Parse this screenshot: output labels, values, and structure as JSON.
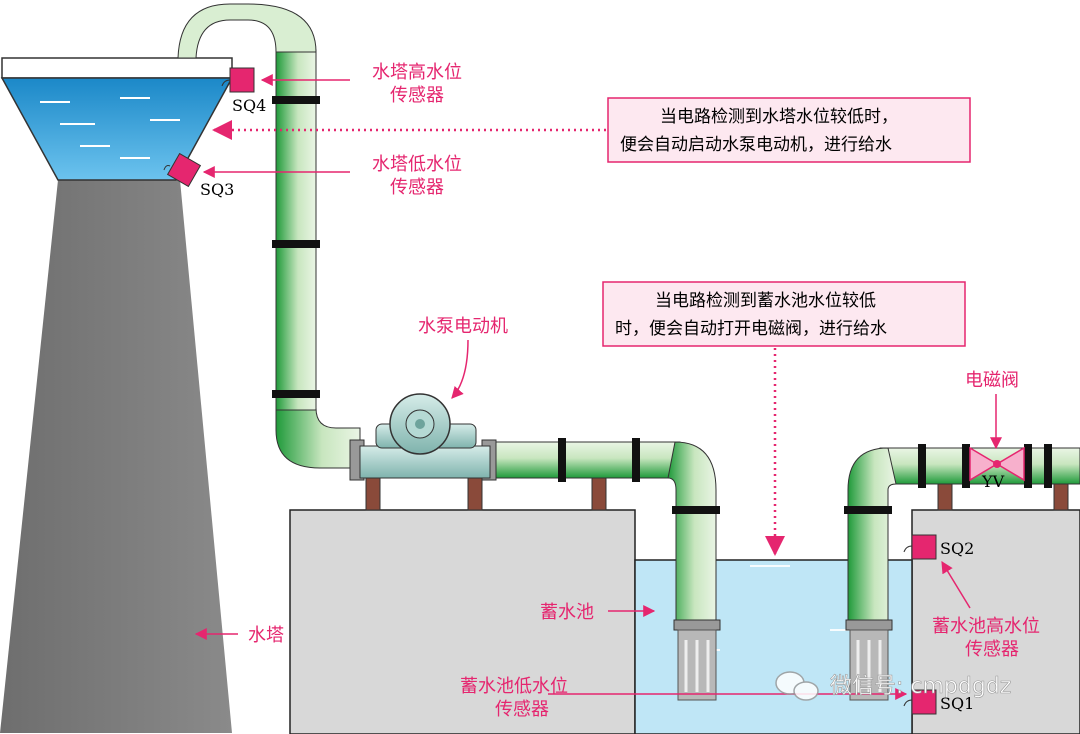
{
  "labels": {
    "tower_high_sensor": [
      "水塔高水位",
      "传感器"
    ],
    "tower_low_sensor": [
      "水塔低水位",
      "传感器"
    ],
    "pump_motor": "水泵电动机",
    "solenoid_valve": "电磁阀",
    "valve_code": "YV",
    "reservoir": "蓄水池",
    "water_tower": "水塔",
    "pool_low_sensor": [
      "蓄水池低水位",
      "传感器"
    ],
    "pool_high_sensor": [
      "蓄水池高水位",
      "传感器"
    ],
    "sq1": "SQ1",
    "sq2": "SQ2",
    "sq3": "SQ3",
    "sq4": "SQ4"
  },
  "notes": {
    "tower_note": [
      "当电路检测到水塔水位较低时，",
      "便会自动启动水泵电动机，进行给水"
    ],
    "pool_note": [
      "当电路检测到蓄水池水位较低",
      "时，便会自动打开电磁阀，进行给水"
    ]
  },
  "watermark": "微信号: cmpdgdz",
  "colors": {
    "accent": "#e5266f",
    "water": "#3aa7dd",
    "pool_water": "#bfe6f6",
    "pipe_dark": "#1f9a3a",
    "pipe_light": "#e3f2dc",
    "concrete": "#d8d8d8",
    "tower": "#7a7a7a"
  }
}
